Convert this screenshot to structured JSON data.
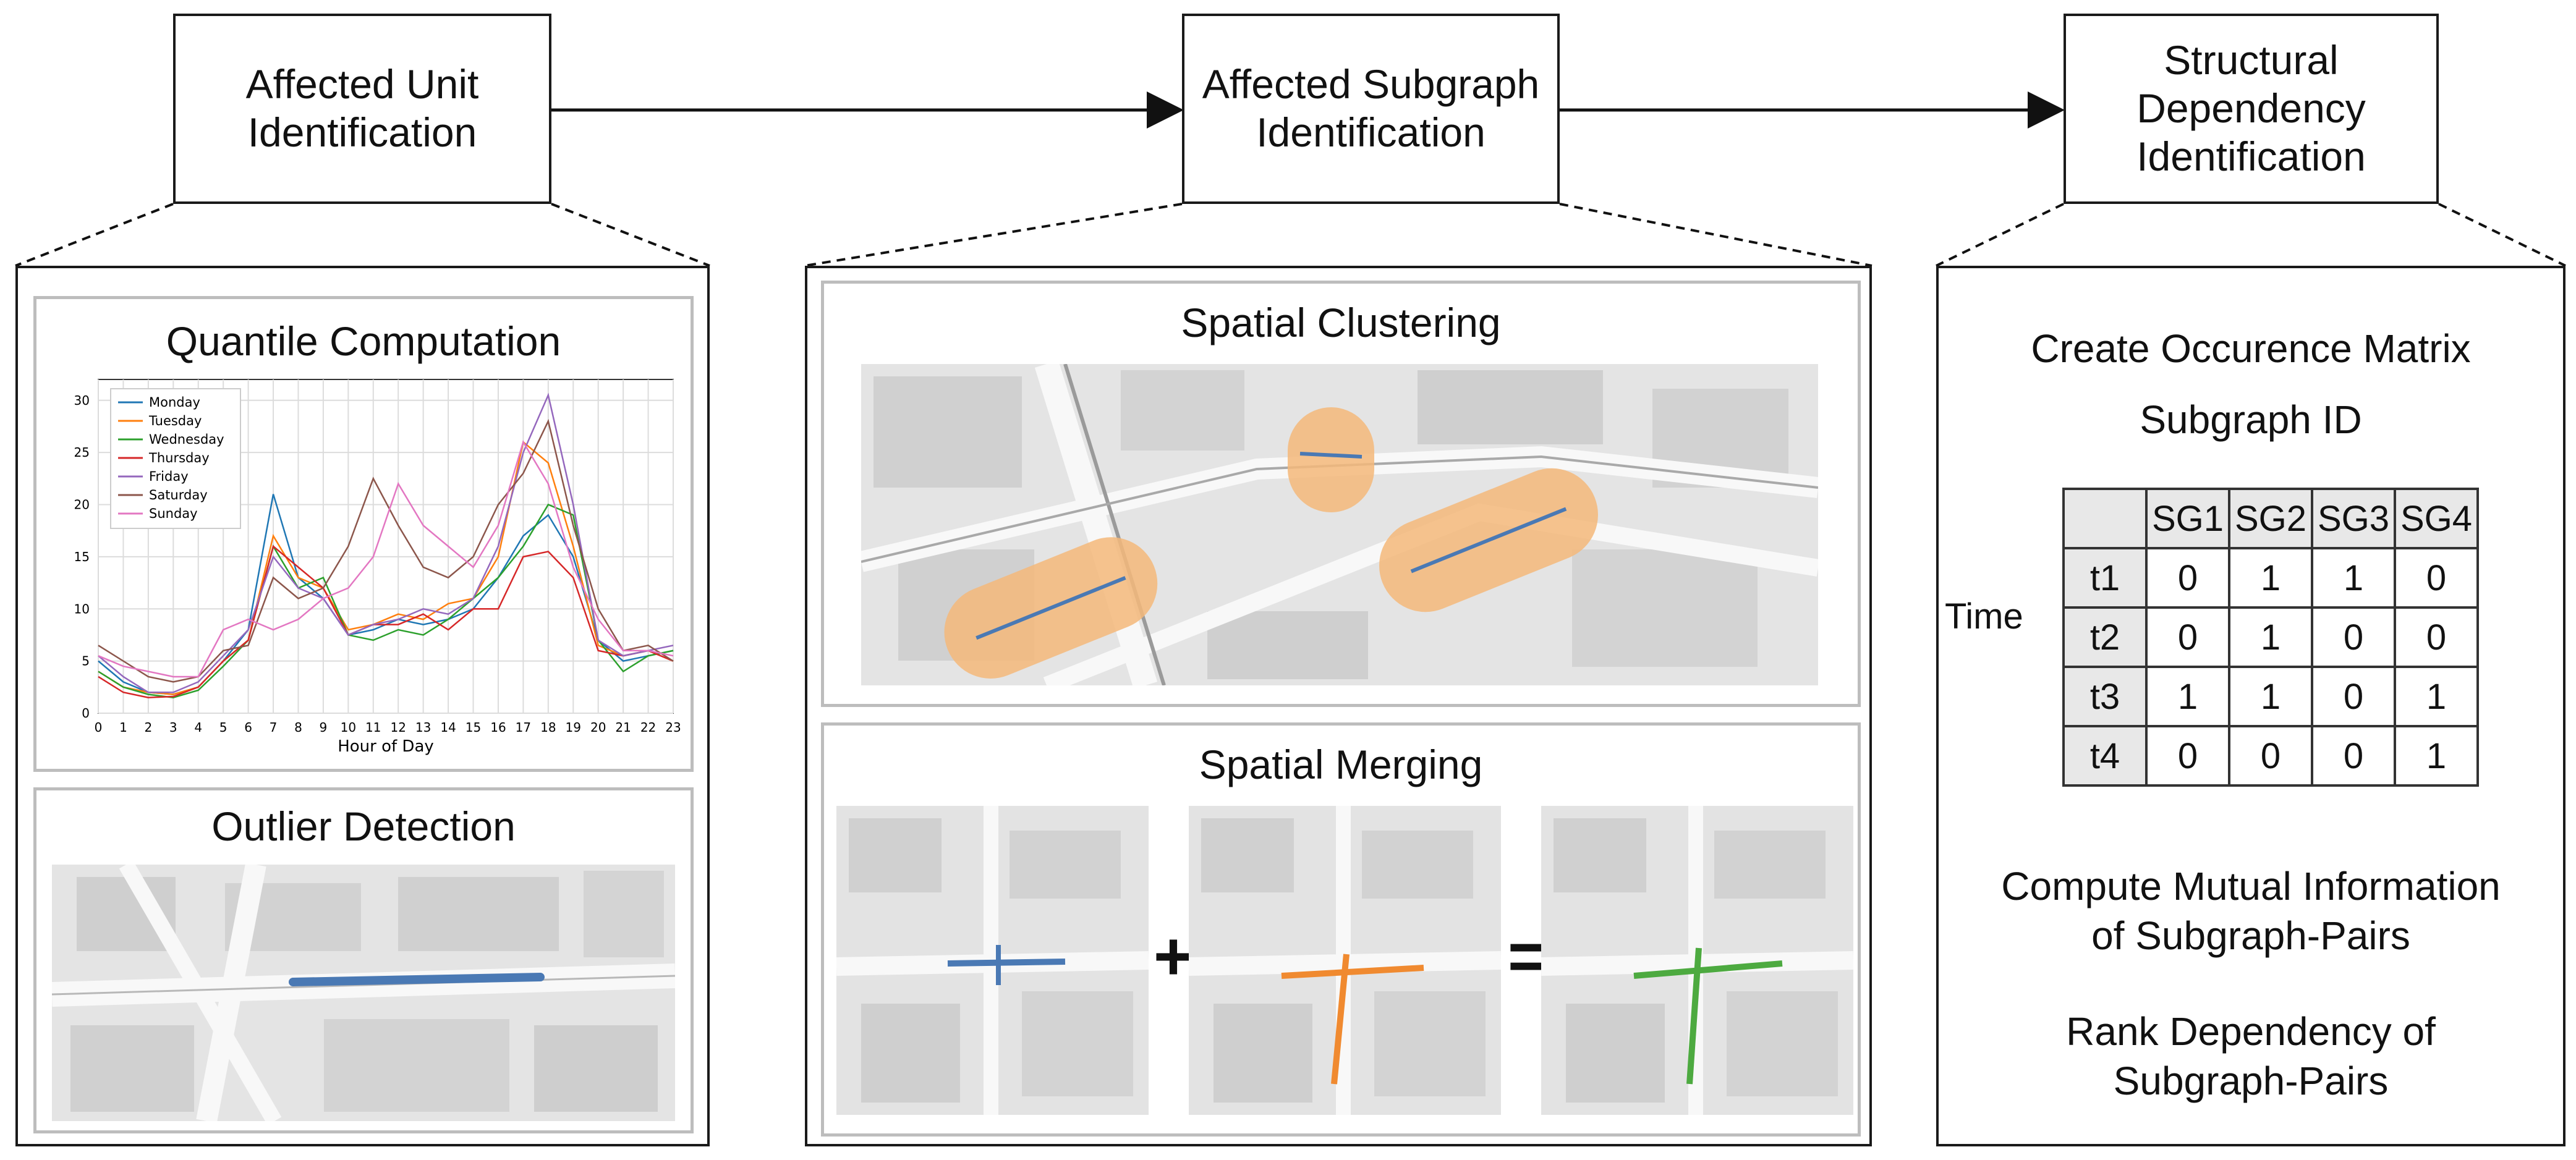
{
  "stages": [
    {
      "label": "Affected Unit\nIdentification"
    },
    {
      "label": "Affected Subgraph\nIdentification"
    },
    {
      "label": "Structural\nDependency\nIdentification"
    }
  ],
  "panel1": {
    "quantile": {
      "title": "Quantile Computation",
      "chart_data": {
        "type": "line",
        "x": [
          0,
          1,
          2,
          3,
          4,
          5,
          6,
          7,
          8,
          9,
          10,
          11,
          12,
          13,
          14,
          15,
          16,
          17,
          18,
          19,
          20,
          21,
          22,
          23
        ],
        "xlabel": "Hour of Day",
        "ylabel": "",
        "xlim": [
          0,
          23
        ],
        "ylim": [
          0,
          32
        ],
        "xticks": [
          "0",
          "1",
          "2",
          "3",
          "4",
          "5",
          "6",
          "7",
          "8",
          "9",
          "10",
          "11",
          "12",
          "13",
          "14",
          "15",
          "16",
          "17",
          "18",
          "19",
          "20",
          "21",
          "22",
          "23"
        ],
        "yticks": [
          "0",
          "5",
          "10",
          "15",
          "20",
          "25",
          "30"
        ],
        "grid": true,
        "legend": "top-left",
        "series": [
          {
            "name": "Monday",
            "color": "#1f77b4",
            "values": [
              5,
              3,
              2,
              1.8,
              2.5,
              5,
              8,
              21,
              13,
              11,
              7.5,
              8,
              9,
              8.5,
              9,
              10,
              13,
              17,
              19,
              15,
              7,
              5,
              5.5,
              6
            ]
          },
          {
            "name": "Tuesday",
            "color": "#ff7f0e",
            "values": [
              4,
              2.5,
              2,
              1.8,
              2.5,
              5,
              7,
              17,
              13,
              12,
              8,
              8.5,
              9.5,
              9,
              10.5,
              11,
              15,
              26,
              24,
              16,
              6.5,
              5.5,
              6,
              5
            ]
          },
          {
            "name": "Wednesday",
            "color": "#2ca02c",
            "values": [
              4,
              2.5,
              1.8,
              1.5,
              2.2,
              4.5,
              7,
              16,
              12,
              13,
              7.5,
              7,
              8,
              7.5,
              9,
              11,
              13,
              16,
              20,
              19,
              7,
              4,
              5.5,
              6
            ]
          },
          {
            "name": "Thursday",
            "color": "#d62728",
            "values": [
              3.5,
              2,
              1.5,
              1.6,
              2.5,
              5,
              7,
              16,
              14,
              12,
              7.5,
              8.5,
              8.5,
              9.5,
              8,
              10,
              10,
              15,
              15.5,
              13,
              6,
              5.5,
              6,
              5
            ]
          },
          {
            "name": "Friday",
            "color": "#9467bd",
            "values": [
              5.5,
              3.5,
              2,
              2,
              3,
              5.5,
              8,
              15,
              12,
              11,
              7.5,
              8.5,
              9,
              10,
              9.5,
              11,
              16,
              25,
              30.5,
              20,
              7,
              5.5,
              6,
              6.5
            ]
          },
          {
            "name": "Saturday",
            "color": "#8c564b",
            "values": [
              6.5,
              5,
              3.5,
              3,
              3.5,
              6,
              6.5,
              13,
              11,
              12,
              16,
              22.5,
              18,
              14,
              13,
              15,
              20,
              23,
              28,
              18,
              10,
              6,
              6.5,
              5
            ]
          },
          {
            "name": "Sunday",
            "color": "#e377c2",
            "values": [
              5.5,
              4.5,
              4,
              3.5,
              3.5,
              8,
              9,
              8,
              9,
              11,
              12,
              15,
              22,
              18,
              16,
              14,
              18,
              26,
              22,
              14,
              9,
              6,
              6,
              5.5
            ]
          }
        ]
      }
    },
    "outlier": {
      "title": "Outlier Detection"
    }
  },
  "panel2": {
    "clustering": {
      "title": "Spatial Clustering"
    },
    "merging": {
      "title": "Spatial Merging",
      "plus": "+",
      "equals": "="
    }
  },
  "panel3": {
    "create_matrix": "Create Occurence Matrix",
    "subgraph_axis": "Subgraph ID",
    "time_axis": "Time",
    "table": {
      "columns": [
        "",
        "SG1",
        "SG2",
        "SG3",
        "SG4"
      ],
      "rows": [
        [
          "t1",
          "0",
          "1",
          "1",
          "0"
        ],
        [
          "t2",
          "0",
          "1",
          "0",
          "0"
        ],
        [
          "t3",
          "1",
          "1",
          "0",
          "1"
        ],
        [
          "t4",
          "0",
          "0",
          "0",
          "1"
        ]
      ]
    },
    "mutual_info": "Compute Mutual Information\nof Subgraph-Pairs",
    "rank": "Rank Dependency of\nSubgraph-Pairs"
  },
  "colors": {
    "blue_segment": "#4a79b4",
    "orange_segment": "#f08a30",
    "green_segment": "#4daa40",
    "cluster_fill": "#f5b97a"
  }
}
